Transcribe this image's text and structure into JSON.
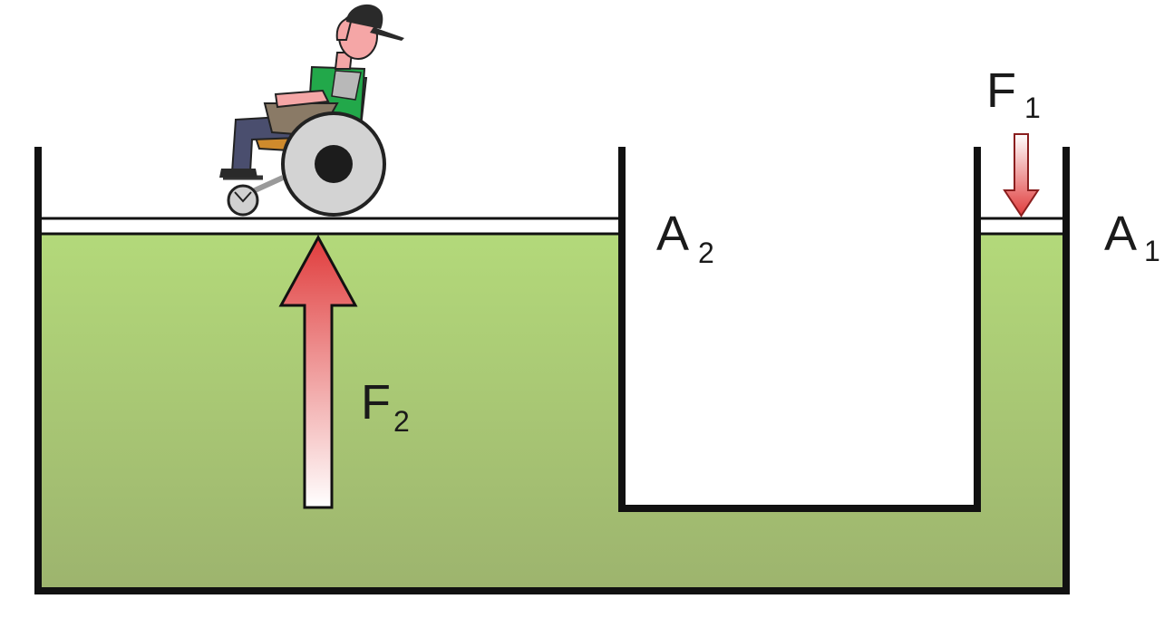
{
  "labels": {
    "f1_main": "F",
    "f1_sub": "1",
    "a1_main": "A",
    "a1_sub": "1",
    "a2_main": "A",
    "a2_sub": "2",
    "f2_main": "F",
    "f2_sub": "2"
  },
  "colors": {
    "fluid_top": "#b3d97a",
    "fluid_bottom": "#9db46e",
    "wall": "#111111",
    "piston": "#ffffff",
    "arrow_red": "#e03c3c",
    "arrow_white": "#ffffff",
    "wheel_gray": "#d0d0d0",
    "shirt_green": "#22a84a",
    "skin": "#f5a6a6",
    "pants": "#4a4e6e"
  },
  "icons": {
    "person": "wheelchair-user-icon"
  }
}
